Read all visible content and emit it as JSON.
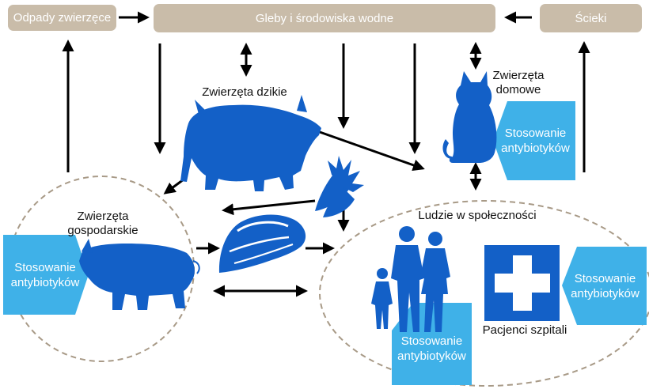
{
  "diagram": {
    "boxes": {
      "animal_waste": "Odpady zwierzęce",
      "soils_water": "Gleby i środowiska wodne",
      "sewage": "Ścieki"
    },
    "labels": {
      "wild_animals": "Zwierzęta dzikie",
      "pets": "Zwierzęta\ndomowe",
      "farm_animals": "Zwierzęta\ngospodarskie",
      "community": "Ludzie w społeczności",
      "hospital_patients": "Pacjenci szpitali"
    },
    "antibiotic_use": "Stosowanie\nantybiotyków",
    "icons": [
      "boar-icon",
      "cat-icon",
      "carrot-icon",
      "meat-icon",
      "pig-icon",
      "family-icon",
      "hospital-cross-icon"
    ],
    "colors": {
      "box": "#c9bca9",
      "silhouette": "#1360c7",
      "antibiotic_badge": "#3fb1e8",
      "arrow": "#000000",
      "dashed_circle": "#a89a87"
    }
  }
}
